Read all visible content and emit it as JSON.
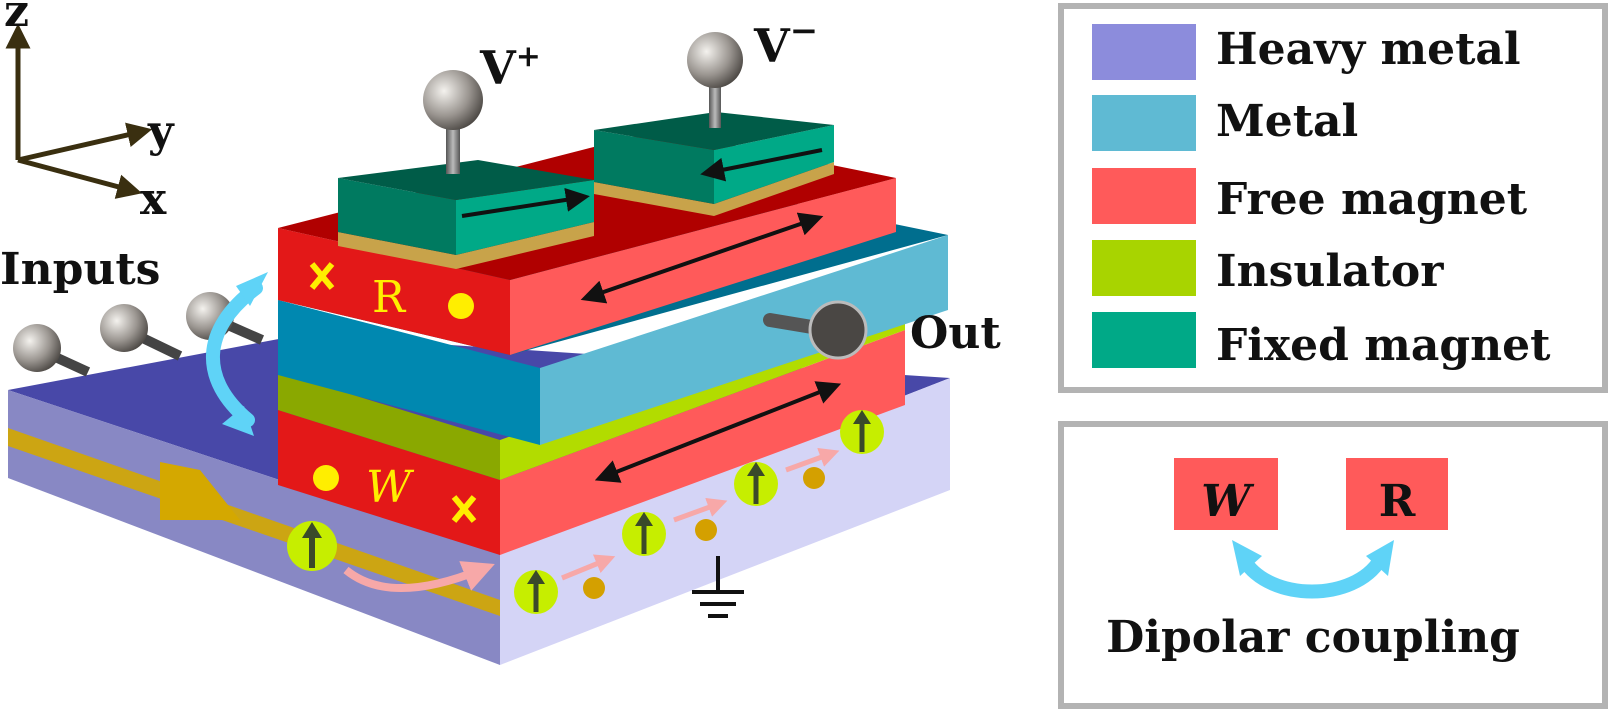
{
  "axes": {
    "z": "z",
    "y": "y",
    "x": "x"
  },
  "labels": {
    "inputs": "Inputs",
    "v_plus": "V",
    "v_plus_sup": "+",
    "v_minus": "V",
    "v_minus_sup": "−",
    "out": "Out",
    "read_letter": "R",
    "write_letter": "W"
  },
  "legend": {
    "items": [
      {
        "label": "Heavy metal",
        "color": "#8c8cdc"
      },
      {
        "label": "Metal",
        "color": "#5fbad3"
      },
      {
        "label": "Free magnet",
        "color": "#ff5a5a"
      },
      {
        "label": "Insulator",
        "color": "#a8d400"
      },
      {
        "label": "Fixed magnet",
        "color": "#00a987"
      }
    ]
  },
  "coupling_panel": {
    "left_block": "W",
    "right_block": "R",
    "caption": "Dipolar coupling"
  }
}
